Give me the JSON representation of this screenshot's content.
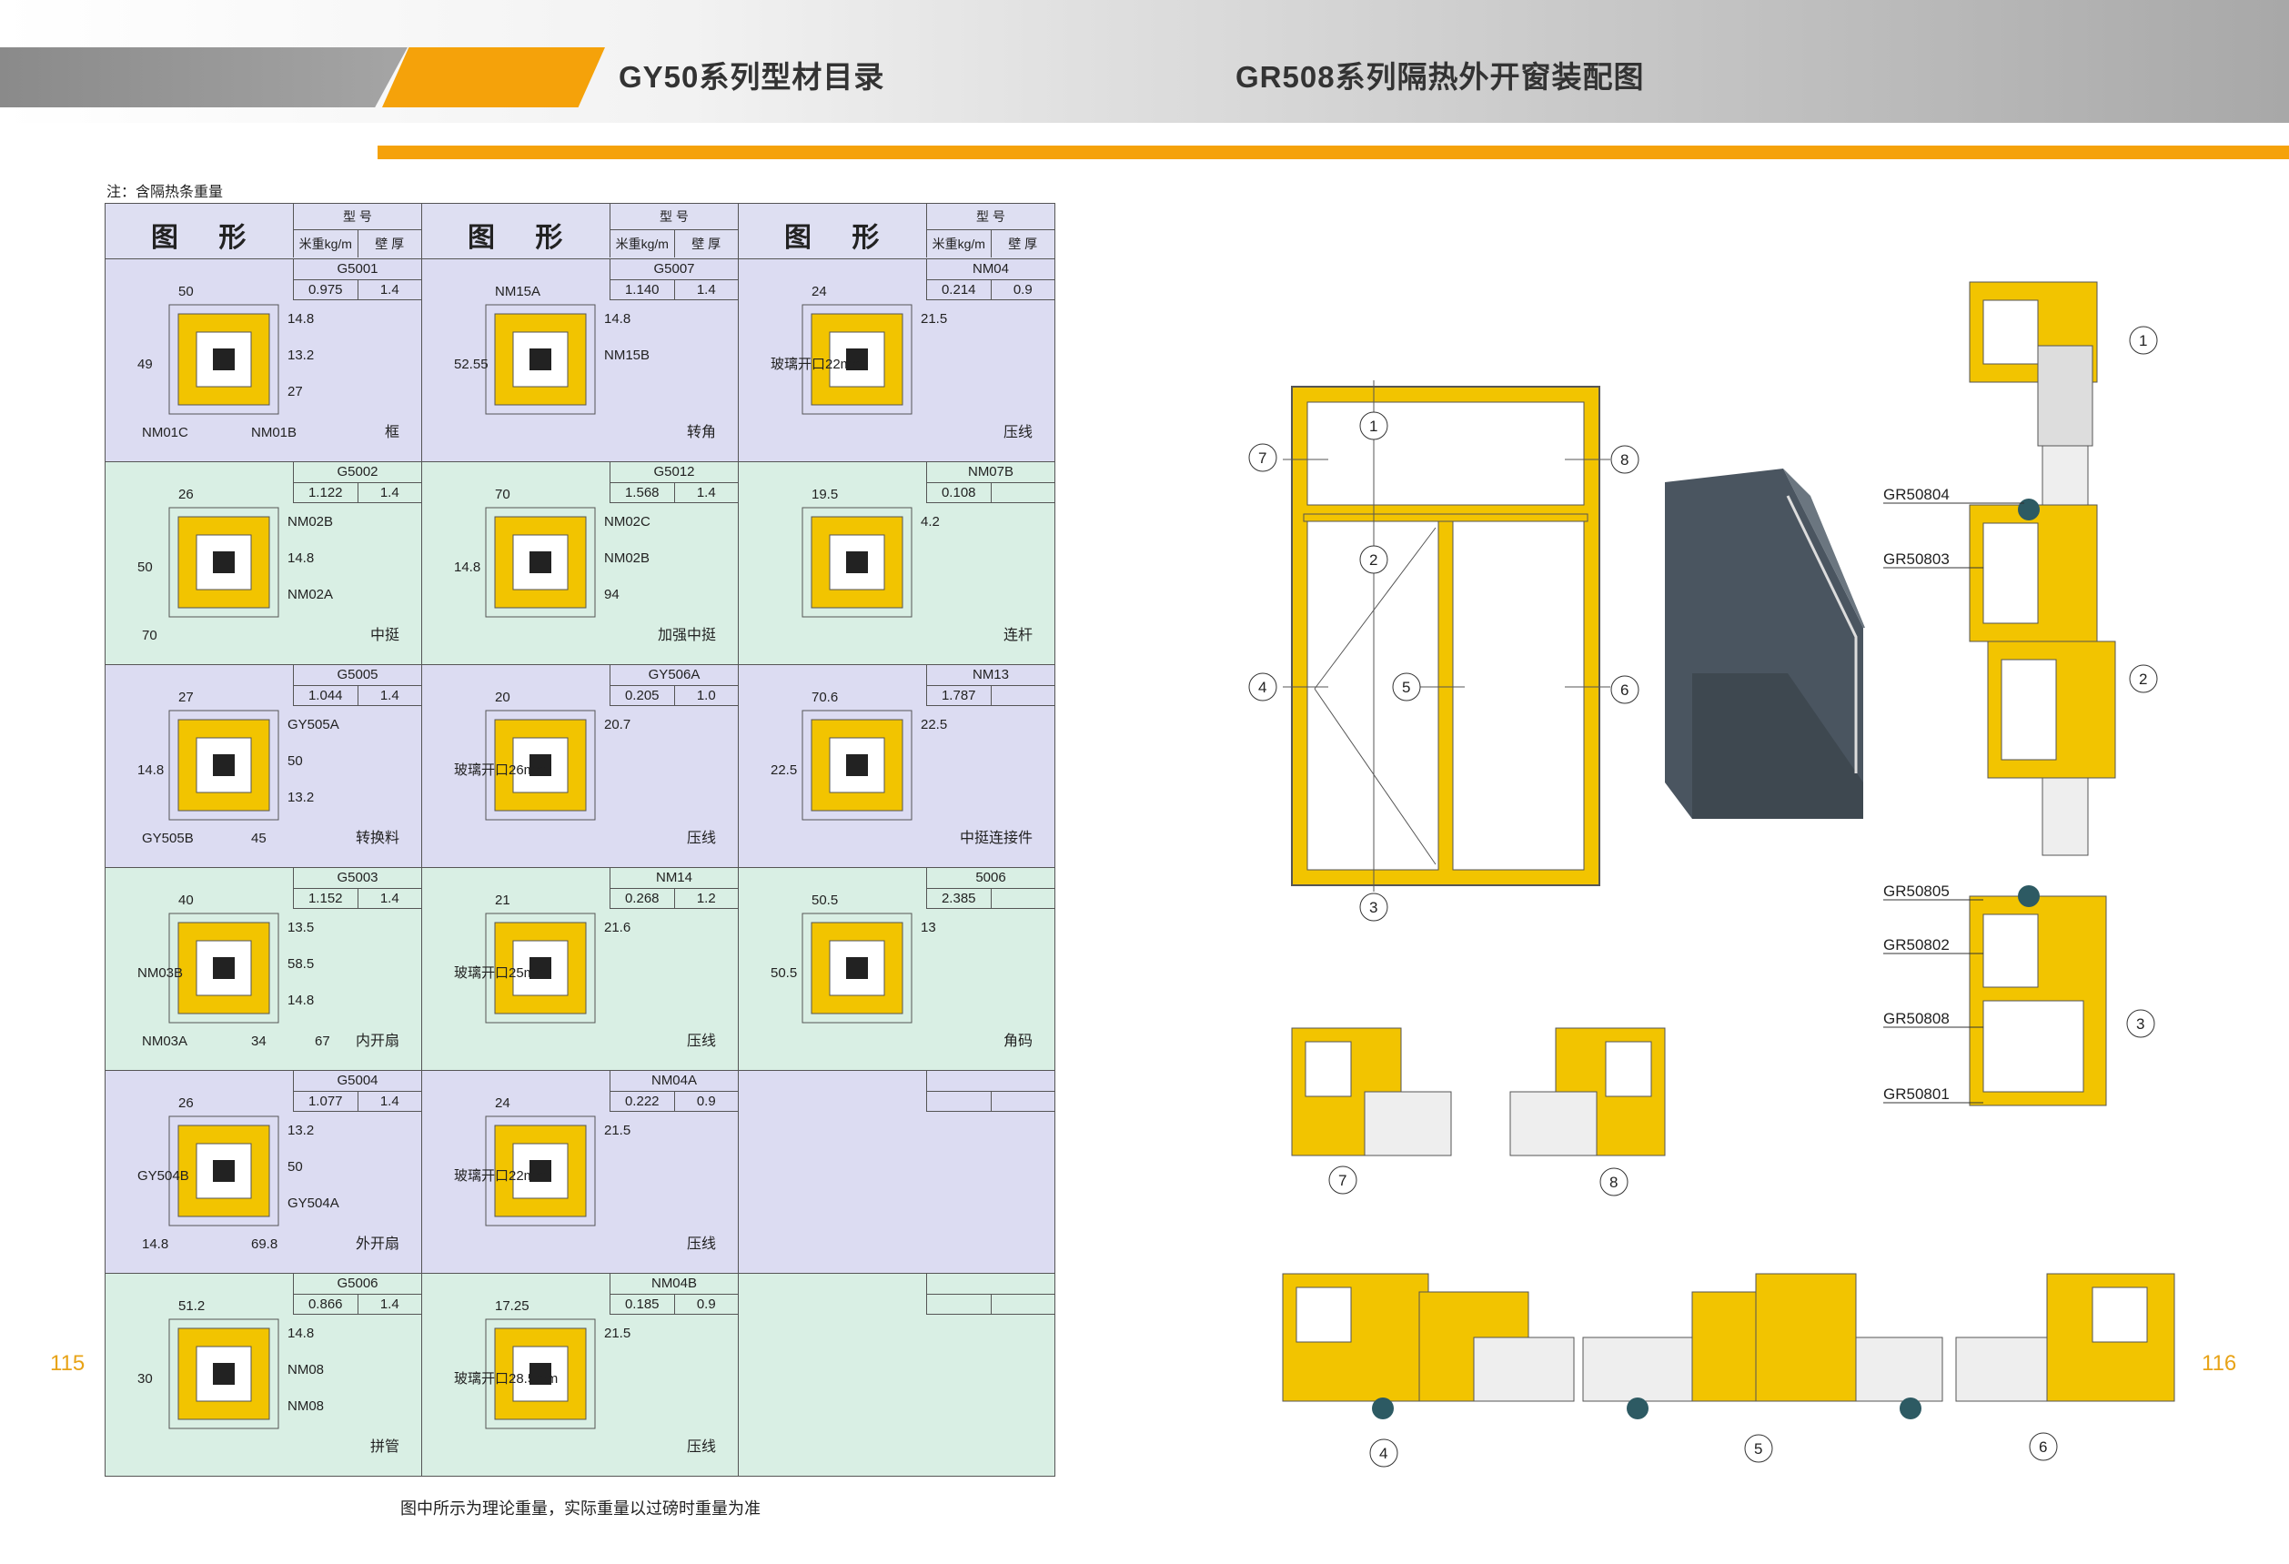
{
  "header": {
    "left_title": "GY50系列型材目录",
    "right_title": "GR508系列隔热外开窗装配图"
  },
  "note": "注：含隔热条重量",
  "table_header": {
    "col_name": "图 形",
    "model": "型 号",
    "weight": "米重kg/m",
    "thickness": "壁 厚"
  },
  "rows": [
    [
      {
        "code": "G5001",
        "weight": "0.975",
        "thick": "1.4",
        "name": "框",
        "labels": [
          "50",
          "14.8",
          "49",
          "13.2",
          "27",
          "NM01C",
          "NM01B"
        ],
        "color": "purple"
      },
      {
        "code": "G5007",
        "weight": "1.140",
        "thick": "1.4",
        "name": "转角",
        "labels": [
          "NM15A",
          "14.8",
          "52.55",
          "NM15B"
        ],
        "color": "purple"
      },
      {
        "code": "NM04",
        "weight": "0.214",
        "thick": "0.9",
        "name": "压线",
        "labels": [
          "24",
          "21.5",
          "玻璃开口22mm"
        ],
        "color": "purple"
      }
    ],
    [
      {
        "code": "G5002",
        "weight": "1.122",
        "thick": "1.4",
        "name": "中挺",
        "labels": [
          "26",
          "NM02B",
          "50",
          "14.8",
          "NM02A",
          "70"
        ],
        "color": "green"
      },
      {
        "code": "G5012",
        "weight": "1.568",
        "thick": "1.4",
        "name": "加强中挺",
        "labels": [
          "70",
          "NM02C",
          "14.8",
          "NM02B",
          "94"
        ],
        "color": "green"
      },
      {
        "code": "NM07B",
        "weight": "0.108",
        "thick": "",
        "name": "连杆",
        "labels": [
          "19.5",
          "4.2"
        ],
        "color": "green"
      }
    ],
    [
      {
        "code": "G5005",
        "weight": "1.044",
        "thick": "1.4",
        "name": "转换料",
        "labels": [
          "27",
          "GY505A",
          "14.8",
          "50",
          "13.2",
          "GY505B",
          "45"
        ],
        "color": "purple"
      },
      {
        "code": "GY506A",
        "weight": "0.205",
        "thick": "1.0",
        "name": "压线",
        "labels": [
          "20",
          "20.7",
          "玻璃开口26mm"
        ],
        "color": "purple"
      },
      {
        "code": "NM13",
        "weight": "1.787",
        "thick": "",
        "name": "中挺连接件",
        "labels": [
          "70.6",
          "22.5",
          "22.5"
        ],
        "color": "purple"
      }
    ],
    [
      {
        "code": "G5003",
        "weight": "1.152",
        "thick": "1.4",
        "name": "内开扇",
        "labels": [
          "40",
          "13.5",
          "NM03B",
          "58.5",
          "14.8",
          "NM03A",
          "34",
          "67"
        ],
        "color": "green"
      },
      {
        "code": "NM14",
        "weight": "0.268",
        "thick": "1.2",
        "name": "压线",
        "labels": [
          "21",
          "21.6",
          "玻璃开口25mm"
        ],
        "color": "green"
      },
      {
        "code": "5006",
        "weight": "2.385",
        "thick": "",
        "name": "角码",
        "labels": [
          "50.5",
          "13",
          "50.5"
        ],
        "color": "green"
      }
    ],
    [
      {
        "code": "G5004",
        "weight": "1.077",
        "thick": "1.4",
        "name": "外开扇",
        "labels": [
          "26",
          "13.2",
          "GY504B",
          "50",
          "GY504A",
          "14.8",
          "69.8"
        ],
        "color": "purple"
      },
      {
        "code": "NM04A",
        "weight": "0.222",
        "thick": "0.9",
        "name": "压线",
        "labels": [
          "24",
          "21.5",
          "玻璃开口22mm"
        ],
        "color": "purple"
      },
      {
        "code": "",
        "weight": "",
        "thick": "",
        "name": "",
        "labels": [],
        "color": "purple"
      }
    ],
    [
      {
        "code": "G5006",
        "weight": "0.866",
        "thick": "1.4",
        "name": "拼管",
        "labels": [
          "51.2",
          "14.8",
          "30",
          "NM08",
          "NM08"
        ],
        "color": "green"
      },
      {
        "code": "NM04B",
        "weight": "0.185",
        "thick": "0.9",
        "name": "压线",
        "labels": [
          "17.25",
          "21.5",
          "玻璃开口28.5mm"
        ],
        "color": "green"
      },
      {
        "code": "",
        "weight": "",
        "thick": "",
        "name": "",
        "labels": [],
        "color": "green"
      }
    ]
  ],
  "footer": "图中所示为理论重量，实际重量以过磅时重量为准",
  "page_left": "115",
  "page_right": "116",
  "assembly": {
    "callouts": [
      "1",
      "2",
      "3",
      "4",
      "5",
      "6",
      "7",
      "8"
    ],
    "parts": [
      "GR50804",
      "GR50803",
      "GR50805",
      "GR50802",
      "GR50808",
      "GR50801"
    ]
  },
  "colors": {
    "accent": "#f5a20a",
    "profile": "#f2c400",
    "purple_cell": "#dcdcf2",
    "green_cell": "#d9efe4"
  }
}
